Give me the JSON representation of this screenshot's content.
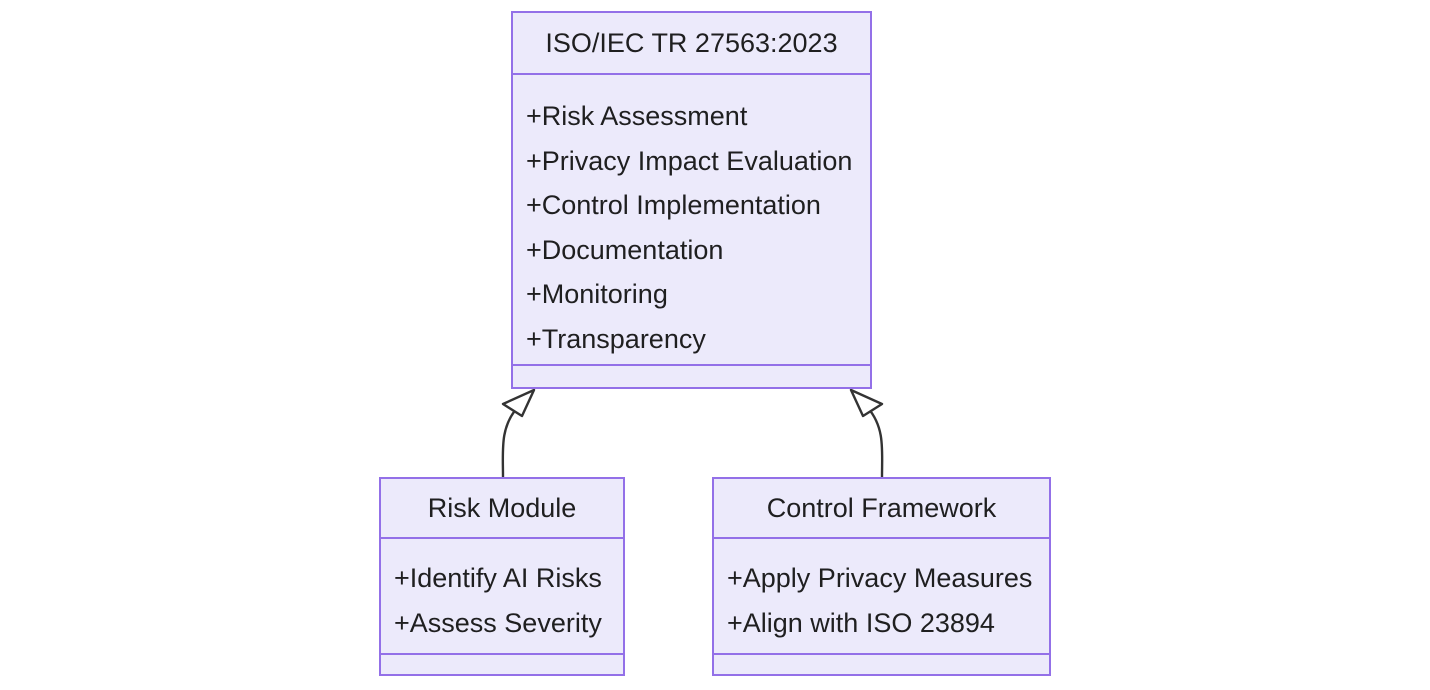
{
  "diagram": {
    "type": "uml-class-diagram",
    "background_color": "#FFFFFF",
    "node_fill_color": "#ECEAFB",
    "node_border_color": "#9370E8",
    "text_color": "#1F1F20",
    "edge_color": "#333333",
    "relationship": "generalization"
  },
  "classes": {
    "parent": {
      "name": "ISO/IEC TR 27563:2023",
      "members": [
        "+Risk Assessment",
        "+Privacy Impact Evaluation",
        "+Control Implementation",
        "+Documentation",
        "+Monitoring",
        "+Transparency"
      ],
      "footer_members": []
    },
    "child_left": {
      "name": "Risk Module",
      "members": [
        "+Identify AI Risks",
        "+Assess Severity"
      ],
      "footer_members": []
    },
    "child_right": {
      "name": "Control Framework",
      "members": [
        "+Apply Privacy Measures",
        "+Align with ISO 23894"
      ],
      "footer_members": []
    }
  },
  "edges": [
    {
      "from": "Risk Module",
      "to": "ISO/IEC TR 27563:2023",
      "kind": "generalization",
      "arrowhead": "hollow-triangle"
    },
    {
      "from": "Control Framework",
      "to": "ISO/IEC TR 27563:2023",
      "kind": "generalization",
      "arrowhead": "hollow-triangle"
    }
  ]
}
